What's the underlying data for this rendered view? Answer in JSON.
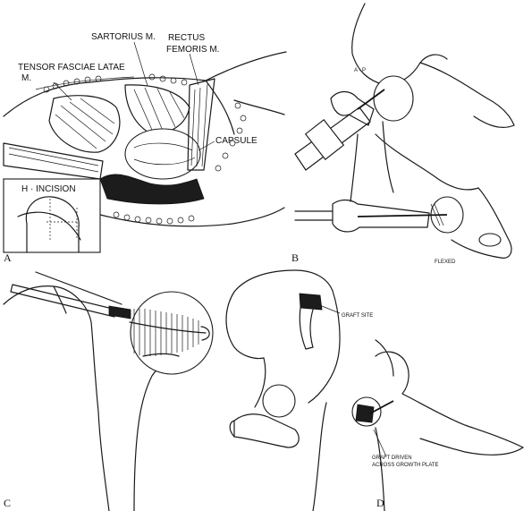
{
  "panels": {
    "a": {
      "letter": "A",
      "labels": {
        "sartorius": "SARTORIUS M.",
        "rectus": "RECTUS",
        "femoris": "FEMORIS M.",
        "tensor": "TENSOR FASCIAE LATAE",
        "tensor_m": "M.",
        "capsule": "CAPSULE",
        "h_incision": "H · INCISION"
      }
    },
    "b": {
      "letter": "B",
      "labels": {
        "ap": "A - P",
        "flexed": "FLEXED"
      }
    },
    "c": {
      "letter": "C"
    },
    "d": {
      "letter": "D",
      "labels": {
        "graft_site": "GRAFT SITE",
        "graft_driven_1": "GRAFT DRIVEN",
        "graft_driven_2": "ACROSS GROWTH PLATE"
      }
    }
  }
}
